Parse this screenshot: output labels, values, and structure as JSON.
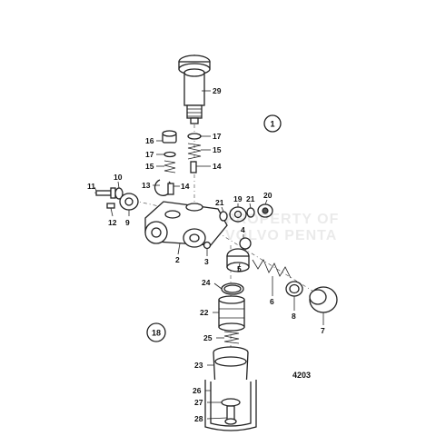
{
  "diagram": {
    "view_numbers": [
      "1",
      "18"
    ],
    "reference_code": "4203",
    "watermark_lines": [
      "PROPERTY OF",
      "VOLVO PENTA"
    ],
    "callouts": [
      "29",
      "17",
      "15",
      "14",
      "16",
      "17",
      "15",
      "13",
      "14",
      "10",
      "11",
      "12",
      "9",
      "21",
      "19",
      "21",
      "20",
      "2",
      "3",
      "5",
      "4",
      "6",
      "8",
      "7",
      "24",
      "22",
      "25",
      "23",
      "26",
      "27",
      "28"
    ]
  }
}
